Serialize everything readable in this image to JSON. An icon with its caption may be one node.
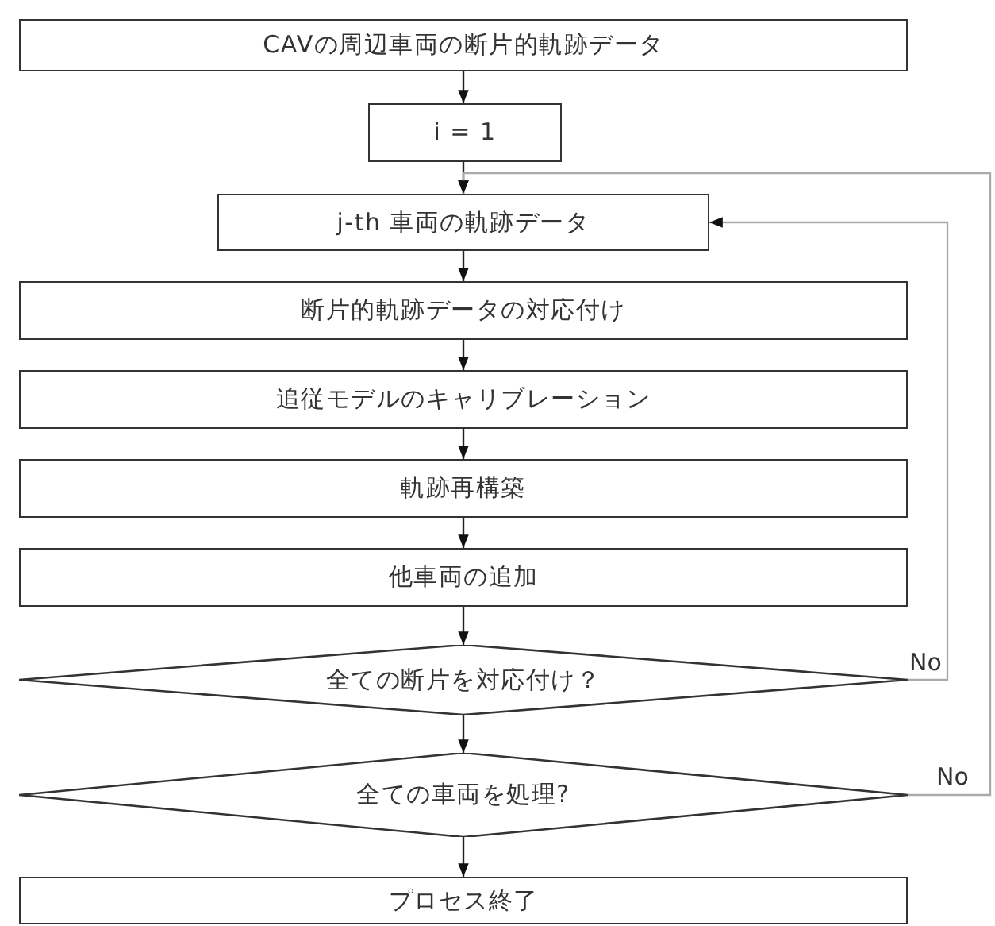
{
  "diagram": {
    "nodes": [
      {
        "text": [
          "CAVの周辺車両の断片的軌跡データ"
        ]
      },
      {
        "text": [
          "i = 1"
        ]
      },
      {
        "text": [
          "j-th 車両の軌跡データ"
        ]
      },
      {
        "text": [
          "断片的軌跡データの対応付け"
        ]
      },
      {
        "text": [
          "追従モデルのキャリブレーション"
        ]
      },
      {
        "text": [
          "軌跡再構築"
        ]
      },
      {
        "text": [
          "他車両の追加"
        ]
      },
      {
        "text": [
          "全ての断片を対応付け？"
        ]
      },
      {
        "text": [
          "全ての車両を処理?"
        ]
      },
      {
        "text": [
          "プロセス終了"
        ]
      }
    ],
    "edges": [
      {
        "from": 0,
        "to": 1,
        "arrow": "to"
      },
      {
        "from": 1,
        "to": 2,
        "arrow": "to"
      },
      {
        "from": 2,
        "to": 3,
        "arrow": "to"
      },
      {
        "from": 3,
        "to": 4,
        "arrow": "to"
      },
      {
        "from": 4,
        "to": 5,
        "arrow": "to"
      },
      {
        "from": 5,
        "to": 6,
        "arrow": "to"
      },
      {
        "from": 6,
        "to": 7,
        "arrow": "to"
      },
      {
        "from": 7,
        "to": 8,
        "arrow": "to"
      },
      {
        "from": 8,
        "to": 9,
        "arrow": "to"
      },
      {
        "from": 7,
        "to": 2,
        "arrow": "to",
        "label": "No",
        "color": "#aaaaaa"
      },
      {
        "from": 8,
        "to": 2,
        "arrow": "to",
        "label": "No",
        "color": "#aaaaaa"
      }
    ]
  }
}
